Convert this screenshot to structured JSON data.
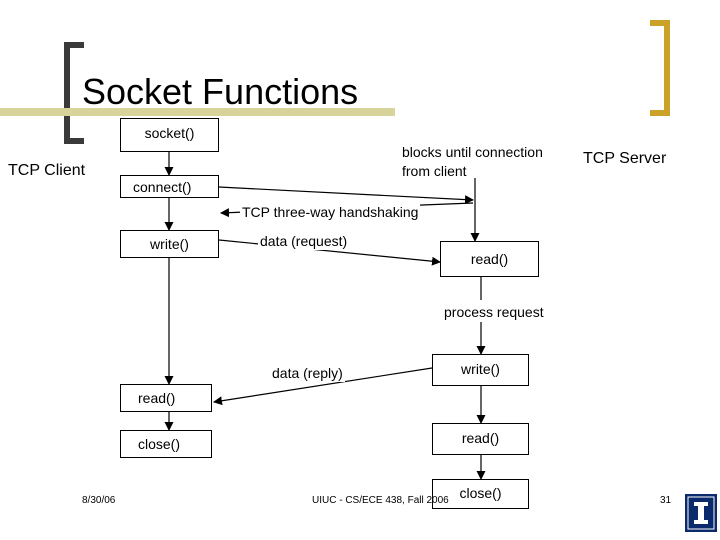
{
  "title": "Socket Functions",
  "client_label": "TCP Client",
  "server_label": "TCP Server",
  "client_boxes": {
    "socket": "socket()",
    "connect": "connect()",
    "write": "write()",
    "read": "read()",
    "close": "close()"
  },
  "server_boxes": {
    "read": "read()",
    "write": "write()",
    "read2": "read()",
    "close": "close()"
  },
  "annotations": {
    "blocks": "blocks until connection\nfrom client",
    "handshake": "TCP three-way handshaking",
    "data_request": "data (request)",
    "process": "process request",
    "data_reply": "data (reply)"
  },
  "footer": {
    "date": "8/30/06",
    "course": "UIUC - CS/ECE 438, Fall 2006",
    "page": "31"
  },
  "colors": {
    "accent_gold": "#c9a227",
    "rule_gold": "#d8d39a",
    "logo_blue": "#0b2a6b"
  },
  "logo_icon": "illinois-logo-icon"
}
